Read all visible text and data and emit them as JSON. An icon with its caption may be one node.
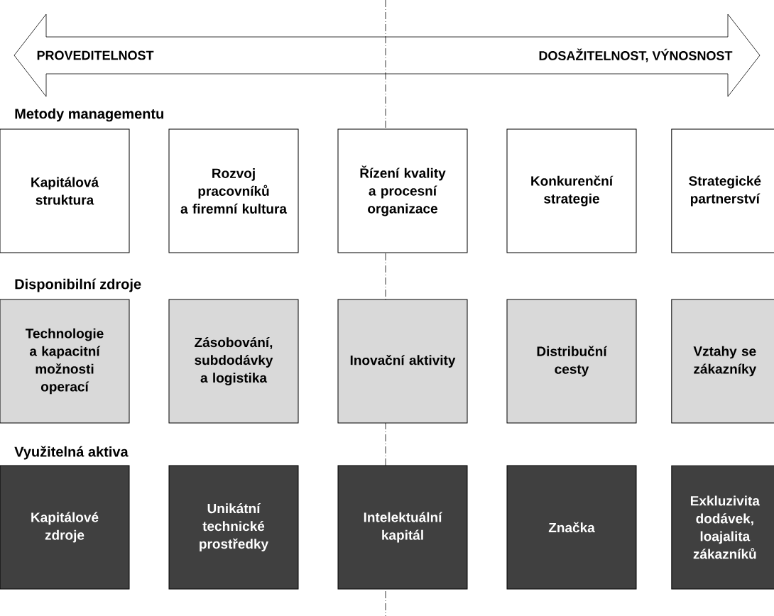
{
  "diagram": {
    "nodes": [
      {
        "text": [
          "PROVEDITELNOST",
          "DOSAŽITELNOST, VÝNOSNOST"
        ]
      },
      {
        "text": [
          "Kapitálová struktura"
        ]
      },
      {
        "text": [
          "Rozvoj pracovníků a firemní kultura"
        ]
      },
      {
        "text": [
          "Řízení kvality a procesní organizace"
        ]
      },
      {
        "text": [
          "Konkurenční strategie"
        ]
      },
      {
        "text": [
          "Strategické partnerství"
        ]
      },
      {
        "text": [
          "Technologie a kapacitní možnosti operací"
        ]
      },
      {
        "text": [
          "Zásobování, subdodávky a logistika"
        ]
      },
      {
        "text": [
          "Inovační aktivity"
        ]
      },
      {
        "text": [
          "Distribuční cesty"
        ]
      },
      {
        "text": [
          "Vztahy se zákazníky"
        ]
      },
      {
        "text": [
          "Kapitálové zdroje"
        ]
      },
      {
        "text": [
          "Unikátní technické prostředky"
        ]
      },
      {
        "text": [
          "Intelektuální kapitál"
        ]
      },
      {
        "text": [
          "Značka"
        ]
      },
      {
        "text": [
          "Exkluzivita dodávek, loajalita zákazníků"
        ]
      }
    ],
    "labels": [
      "Metody managementu",
      "Disponibilní zdroje",
      "Využitelná aktiva"
    ]
  }
}
